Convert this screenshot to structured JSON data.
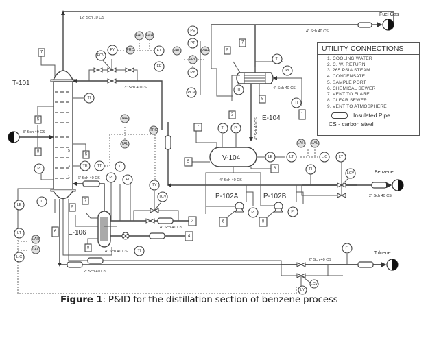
{
  "equipment": {
    "column": "T-101",
    "condenser": "E-104",
    "reflux_drum": "V-104",
    "reboiler": "E-106",
    "pump_a": "P-102A",
    "pump_b": "P-102B"
  },
  "streams": {
    "fuel_gas": "Fuel Gas",
    "benzene": "Benzene",
    "toluene": "Toluene"
  },
  "pipe_labels": {
    "overhead": "12\" Sch 10 CS",
    "fuel_gas_line": "4\" Sch 40 CS",
    "reflux_line": "3\" Sch 40 CS",
    "feed_line": "3\" Sch 40 CS",
    "cw_line": "4\" Sch 40 CS",
    "condenser_outlet": "4\" Sch 40 CS",
    "drum_outlet": "4\" Sch 40 CS",
    "column_return": "6\" Sch 40 CS",
    "benzene_line": "2\" Sch 40 CS",
    "steam_line": "4\" Sch 40 CS",
    "reboiler_line": "4\" Sch 40 CS",
    "bottoms_line": "2\" Sch 40 CS",
    "toluene_line": "2\" Sch 40 CS"
  },
  "instruments": {
    "fac": "FAC",
    "fah": "FAH",
    "fy": "FY",
    "frc": "FRC",
    "ft": "FT",
    "fe": "FE",
    "fcv": "FCV",
    "pe": "PE",
    "pt": "PT",
    "pal": "PAL",
    "pah": "PAH",
    "prc": "PRC",
    "py": "PY",
    "pcv": "PCV",
    "ti": "TI",
    "pi": "PI",
    "fi": "FI",
    "lt": "LT",
    "le": "LE",
    "lah": "LAH",
    "lal": "LAL",
    "lic": "LIC",
    "ly": "LY",
    "lcv": "LCV",
    "tah": "TAH",
    "tal": "TAL",
    "trc": "TRC",
    "te": "TE",
    "tt": "TT",
    "ty": "TY",
    "tcv": "TCV"
  },
  "tray_numbers": [
    "5",
    "3",
    "1"
  ],
  "utility_boxes": [
    "7",
    "9",
    "5",
    "8",
    "6",
    "2",
    "1",
    "3",
    "4"
  ],
  "legend": {
    "title": "UTILITY CONNECTIONS",
    "items": [
      "1. COOLING WATER",
      "2. C. W. RETURN",
      "3. 265 PSIA STEAM",
      "4. CONDENSATE",
      "5. SAMPLE PORT",
      "6. CHEMICAL SEWER",
      "7. VENT TO FLARE",
      "8. CLEAR SEWER",
      "9. VENT TO ATMOSPHERE"
    ],
    "insulated_pipe": "Insulated Pipe",
    "carbon_steel": "CS - carbon steel"
  },
  "caption": {
    "label": "Figure 1",
    "text": ": P&ID for the distillation section of benzene process"
  }
}
